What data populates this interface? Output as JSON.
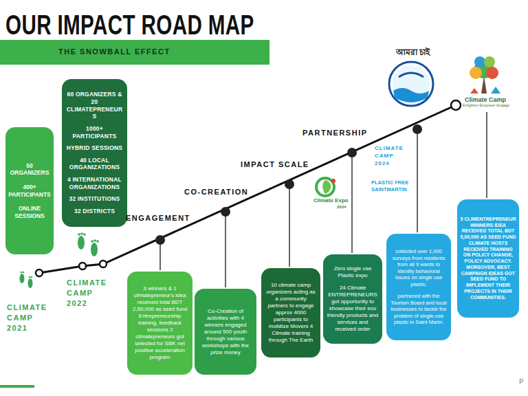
{
  "diagram": {
    "title": "OUR IMPACT ROAD MAP",
    "nodes": [
      {
        "text": [
          "THE SNOWBALL EFFECT"
        ]
      },
      {
        "text": [
          "50 ORGANIZERS",
          "400+ PARTICIPANTS",
          "ONLINE SESSIONS"
        ]
      },
      {
        "text": [
          "60 ORGANIZERS & 20 CLIMATEPRENEURS",
          "1000+ PARTICIPANTS",
          "HYBRID SESSIONS",
          "40 LOCAL ORGANIZATIONS",
          "4 INTERNATIONAL ORGANIZATIONS",
          "32 INSTITUTIONS",
          "32 DISTRICTS"
        ]
      },
      {
        "text": [
          "3 winners & 1 climatepreneur's idea received total BDT 2,50,000 as seed fund Entrepreneurship training, feedback sessions 2 climatepreneurs got selected for SBK net positive acceleration program"
        ]
      },
      {
        "text": [
          "Co-Creation of activities with 4 winners engaged around 500 youth through various workshops with the prize money"
        ]
      },
      {
        "text": [
          "10 climate camp organizers acting as a community partners to engage approx 4000 participants to mobilize Movers 4 Climate training through The Earth"
        ]
      },
      {
        "text": [
          "Zero single use Plastic expo",
          "24 Climate ENTREPRENEURS got opportunity to showcase their eco friendly products and services and received order"
        ]
      },
      {
        "text": [
          "collected over 1,000 surveys from residents from all 9 wards to identify behavioral issues on single use plastic.",
          "partnered with the Tourism Board and local businesses to tackle the problem of single-use plastic in Saint Martn."
        ]
      },
      {
        "text": [
          "5 CLIMENTREPRENEUR WINNERS IDEA RECEIVED TOTAL BDT 5,00,000 AS SEED FUND CLIMATE HOSTS RECEIVED TRAINING ON POLICY CHANGE, POLICY ADVOCACY. MOREOVER, BEST CAMPAIGN IDEAS GOT SEED FUND TO IMPLEMENT THEIR PROJECTS IN THEIR COMMUNITIES."
        ]
      }
    ],
    "labels": [
      "CLIMATE CAMP 2021",
      "CLIMATE CAMP 2022",
      "ENGAGEMENT",
      "CO-CREATION",
      "IMPACT SCALE",
      "PARTNERSHIP",
      "CLIMATE CAMP 2024",
      "PLASTIC FREE SAINTMARTIN",
      "Climate Expo",
      "2024",
      "আমরা চাই",
      "Climate Camp",
      "Enlighten Empower Engage",
      "P"
    ]
  }
}
